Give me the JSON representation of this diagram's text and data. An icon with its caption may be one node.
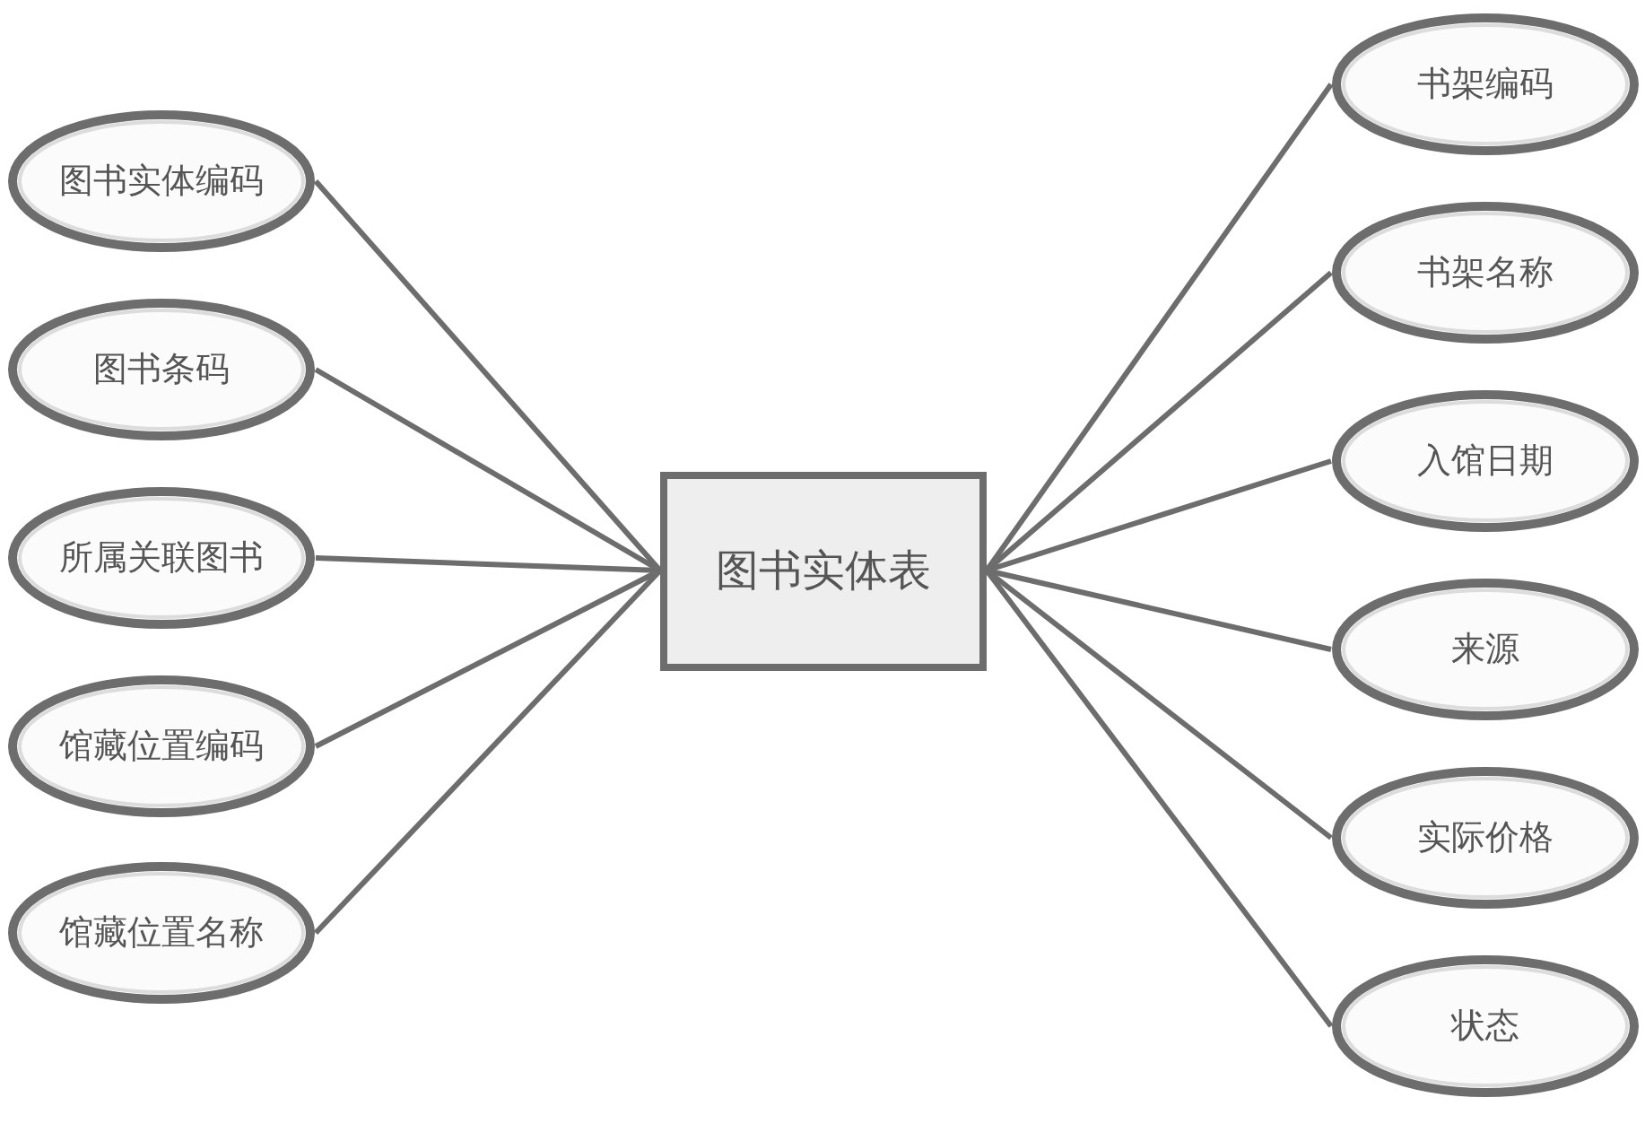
{
  "diagram": {
    "nodes": [
      {
        "text": [
          "图书实体表"
        ]
      },
      {
        "text": [
          "图书实体编码"
        ]
      },
      {
        "text": [
          "图书条码"
        ]
      },
      {
        "text": [
          "所属关联图书"
        ]
      },
      {
        "text": [
          "馆藏位置编码"
        ]
      },
      {
        "text": [
          "馆藏位置名称"
        ]
      },
      {
        "text": [
          "书架编码"
        ]
      },
      {
        "text": [
          "书架名称"
        ]
      },
      {
        "text": [
          "入馆日期"
        ]
      },
      {
        "text": [
          "来源"
        ]
      },
      {
        "text": [
          "实际价格"
        ]
      },
      {
        "text": [
          "状态"
        ]
      }
    ],
    "edges": [
      {
        "from": 0,
        "to": 1,
        "arrow": "none"
      },
      {
        "from": 0,
        "to": 2,
        "arrow": "none"
      },
      {
        "from": 0,
        "to": 3,
        "arrow": "none"
      },
      {
        "from": 0,
        "to": 4,
        "arrow": "none"
      },
      {
        "from": 0,
        "to": 5,
        "arrow": "none"
      },
      {
        "from": 0,
        "to": 6,
        "arrow": "none"
      },
      {
        "from": 0,
        "to": 7,
        "arrow": "none"
      },
      {
        "from": 0,
        "to": 8,
        "arrow": "none"
      },
      {
        "from": 0,
        "to": 9,
        "arrow": "none"
      },
      {
        "from": 0,
        "to": 10,
        "arrow": "none"
      },
      {
        "from": 0,
        "to": 11,
        "arrow": "none"
      }
    ]
  }
}
